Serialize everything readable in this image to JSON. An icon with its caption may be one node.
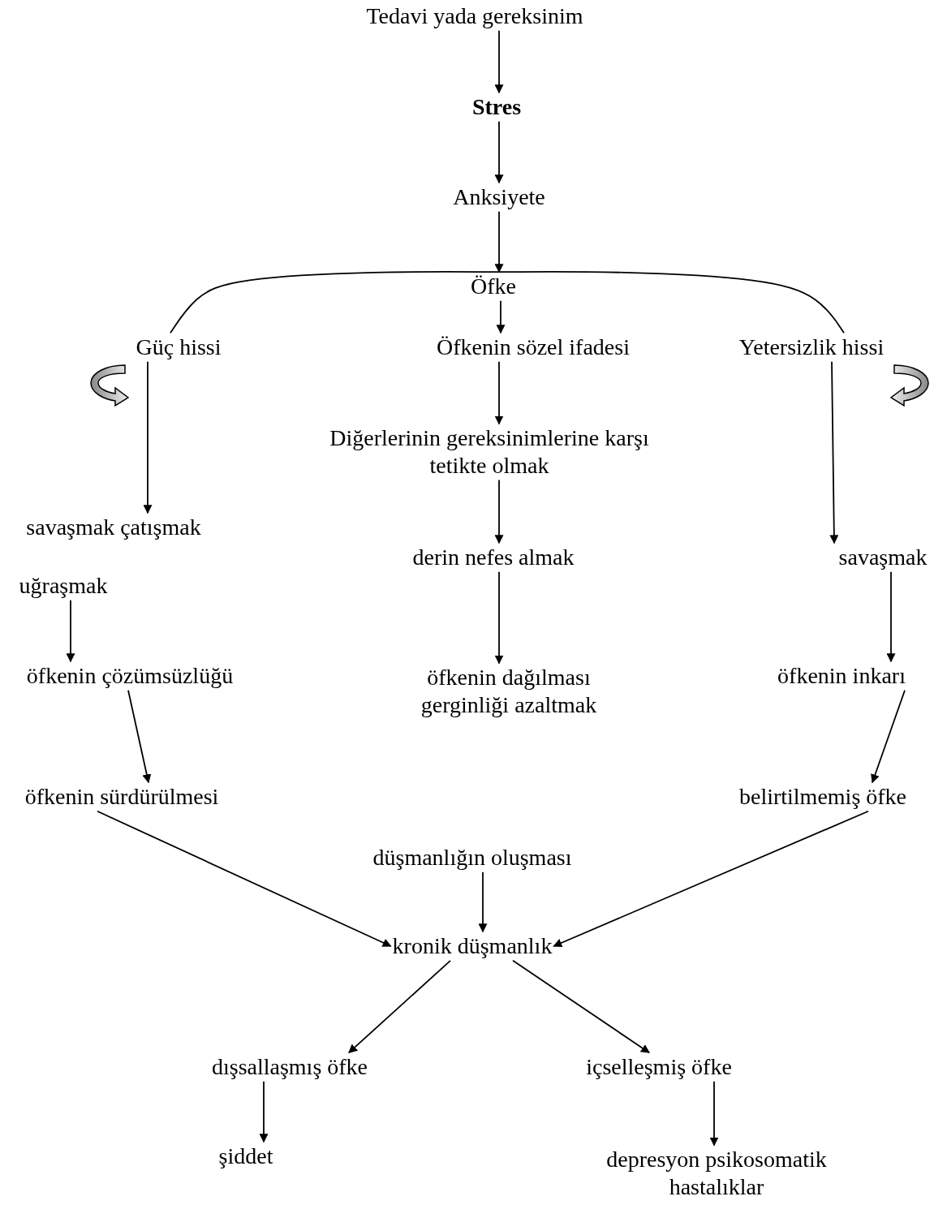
{
  "diagram": {
    "nodes": [
      {
        "text": [
          "Tedavi yada gereksinim"
        ]
      },
      {
        "text": [
          "Stres"
        ]
      },
      {
        "text": [
          "Anksiyete"
        ]
      },
      {
        "text": [
          "Öfke"
        ]
      },
      {
        "text": [
          "Güç hissi"
        ]
      },
      {
        "text": [
          "Öfkenin sözel ifadesi"
        ]
      },
      {
        "text": [
          "Yetersizlik hissi"
        ]
      },
      {
        "text": [
          "Diğerlerinin gereksinimlerine karşı tetikte olmak"
        ]
      },
      {
        "text": [
          "savaşmak çatışmak"
        ]
      },
      {
        "text": [
          "derin nefes almak"
        ]
      },
      {
        "text": [
          "savaşmak"
        ]
      },
      {
        "text": [
          "uğraşmak"
        ]
      },
      {
        "text": [
          "öfkenin çözümsüzlüğü"
        ]
      },
      {
        "text": [
          "öfkenin dağılması gerginliği azaltmak"
        ]
      },
      {
        "text": [
          "öfkenin inkarı"
        ]
      },
      {
        "text": [
          "öfkenin sürdürülmesi"
        ]
      },
      {
        "text": [
          "belirtilmemiş öfke"
        ]
      },
      {
        "text": [
          "düşmanlığın oluşması"
        ]
      },
      {
        "text": [
          "kronik düşmanlık"
        ]
      },
      {
        "text": [
          "dışsallaşmış öfke"
        ]
      },
      {
        "text": [
          "içselleşmiş öfke"
        ]
      },
      {
        "text": [
          "şiddet"
        ]
      },
      {
        "text": [
          "depresyon psikosomatik hastalıklar"
        ]
      }
    ],
    "edges": [
      {
        "from": 0,
        "to": 1,
        "arrow": "to"
      },
      {
        "from": 1,
        "to": 2,
        "arrow": "to"
      },
      {
        "from": 2,
        "to": 3,
        "arrow": "to"
      },
      {
        "from": 3,
        "to": 4,
        "arrow": "none"
      },
      {
        "from": 3,
        "to": 6,
        "arrow": "none"
      },
      {
        "from": 3,
        "to": 5,
        "arrow": "to"
      },
      {
        "from": 4,
        "to": 8,
        "arrow": "to"
      },
      {
        "from": 5,
        "to": 7,
        "arrow": "to"
      },
      {
        "from": 7,
        "to": 9,
        "arrow": "to"
      },
      {
        "from": 6,
        "to": 10,
        "arrow": "to"
      },
      {
        "from": 11,
        "to": 12,
        "arrow": "to"
      },
      {
        "from": 9,
        "to": 13,
        "arrow": "to"
      },
      {
        "from": 10,
        "to": 14,
        "arrow": "to"
      },
      {
        "from": 12,
        "to": 15,
        "arrow": "to"
      },
      {
        "from": 14,
        "to": 16,
        "arrow": "to"
      },
      {
        "from": 15,
        "to": 18,
        "arrow": "to"
      },
      {
        "from": 16,
        "to": 18,
        "arrow": "to"
      },
      {
        "from": 17,
        "to": 18,
        "arrow": "to"
      },
      {
        "from": 18,
        "to": 19,
        "arrow": "to"
      },
      {
        "from": 18,
        "to": 20,
        "arrow": "to"
      },
      {
        "from": 19,
        "to": 21,
        "arrow": "to"
      },
      {
        "from": 20,
        "to": 22,
        "arrow": "to"
      }
    ]
  }
}
